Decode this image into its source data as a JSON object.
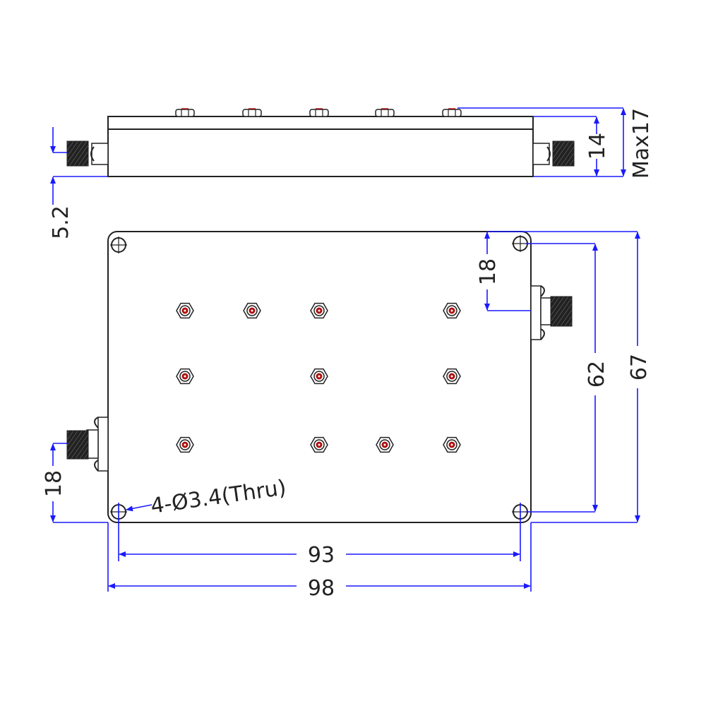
{
  "drawing": {
    "side_view": {
      "dimensions": {
        "connector_height": "5.2",
        "body_height": "14",
        "max_height": "Max17"
      }
    },
    "top_view": {
      "dimensions": {
        "connector_offset_right": "18",
        "connector_offset_left": "18",
        "hole_spacing_vertical": "62",
        "body_height": "67",
        "hole_spacing_horizontal": "93",
        "body_width": "98"
      },
      "hole_note": "4-Ø3.4(Thru)"
    },
    "colors": {
      "outline": "#222222",
      "dimension": "#1a1aff",
      "screw_core": "#b01010"
    }
  }
}
